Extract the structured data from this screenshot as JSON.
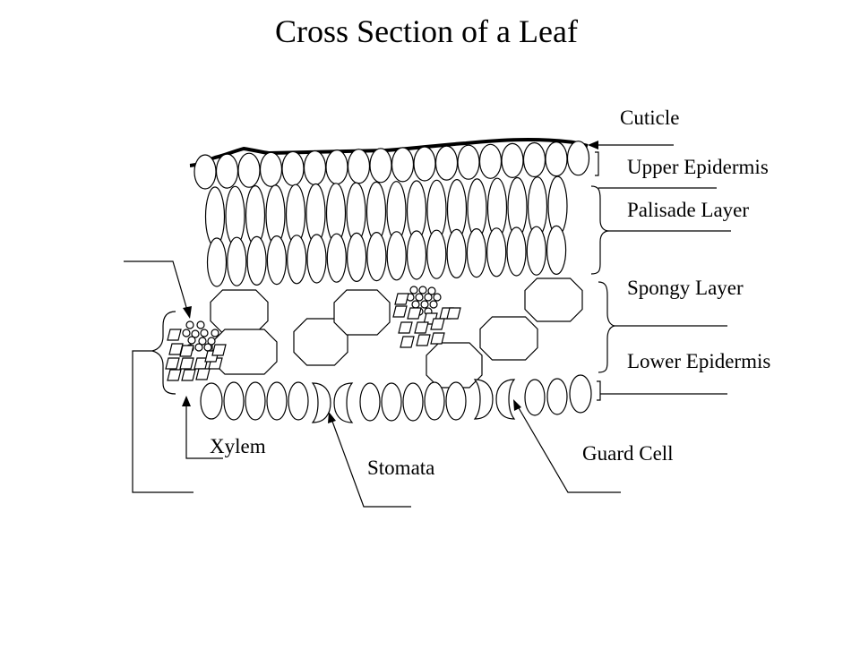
{
  "title": "Cross Section of a Leaf",
  "labels": {
    "cuticle": "Cuticle",
    "upper_epidermis": "Upper Epidermis",
    "palisade_layer": "Palisade Layer",
    "spongy_layer": "Spongy Layer",
    "lower_epidermis": "Lower Epidermis",
    "xylem": "Xylem",
    "stomata": "Stomata",
    "guard_cell": "Guard Cell"
  },
  "colors": {
    "line": "#000000",
    "background": "#ffffff"
  }
}
